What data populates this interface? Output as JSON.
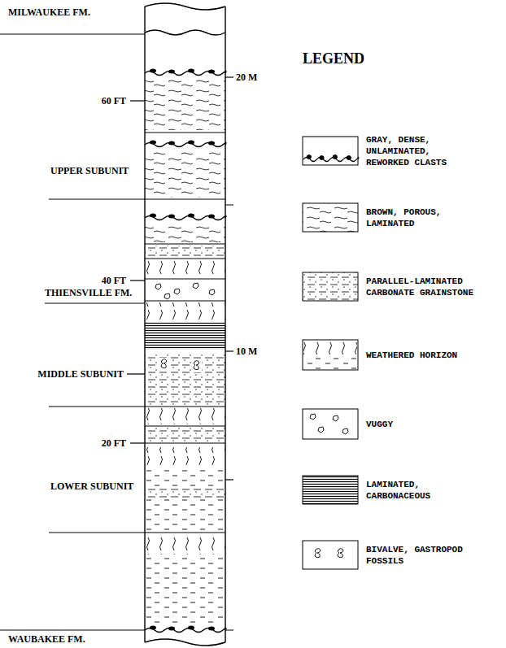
{
  "diagram": {
    "labels": [
      "MILWAUKEE FM.",
      "20 M",
      "60 FT",
      "UPPER SUBUNIT",
      "40 FT",
      "THIENSVILLE FM.",
      "10 M",
      "MIDDLE SUBUNIT",
      "20 FT",
      "LOWER SUBUNIT",
      "WAUBAKEE FM.",
      "LEGEND"
    ],
    "legend": [
      {
        "text": "GRAY, DENSE, UNLAMINATED, REWORKED CLASTS"
      },
      {
        "text": "BROWN, POROUS, LAMINATED"
      },
      {
        "text": "PARALLEL-LAMINATED CARBONATE GRAINSTONE"
      },
      {
        "text": "WEATHERED HORIZON"
      },
      {
        "text": "VUGGY"
      },
      {
        "text": "LAMINATED, CARBONACEOUS"
      },
      {
        "text": "BIVALVE, GASTROPOD FOSSILS"
      }
    ]
  }
}
